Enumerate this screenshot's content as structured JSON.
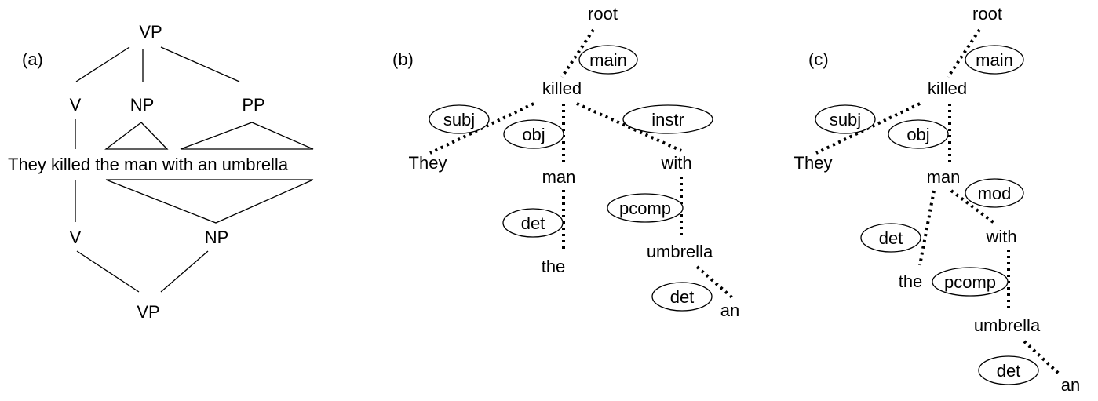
{
  "panel_a": {
    "label": "(a)",
    "top_vp": "VP",
    "v_top": "V",
    "np_top": "NP",
    "pp_top": "PP",
    "sentence": "They killed the man with an umbrella",
    "v_bottom": "V",
    "np_bottom": "NP",
    "vp_bottom": "VP"
  },
  "panel_b": {
    "label": "(b)",
    "words": {
      "root": "root",
      "killed": "killed",
      "they": "They",
      "man": "man",
      "the": "the",
      "with": "with",
      "umbrella": "umbrella",
      "an": "an"
    },
    "relations": {
      "main": "main",
      "subj": "subj",
      "obj": "obj",
      "instr": "instr",
      "det1": "det",
      "pcomp": "pcomp",
      "det2": "det"
    }
  },
  "panel_c": {
    "label": "(c)",
    "words": {
      "root": "root",
      "killed": "killed",
      "they": "They",
      "man": "man",
      "the": "the",
      "with": "with",
      "umbrella": "umbrella",
      "an": "an"
    },
    "relations": {
      "main": "main",
      "subj": "subj",
      "obj": "obj",
      "mod": "mod",
      "det1": "det",
      "pcomp": "pcomp",
      "det2": "det"
    }
  }
}
